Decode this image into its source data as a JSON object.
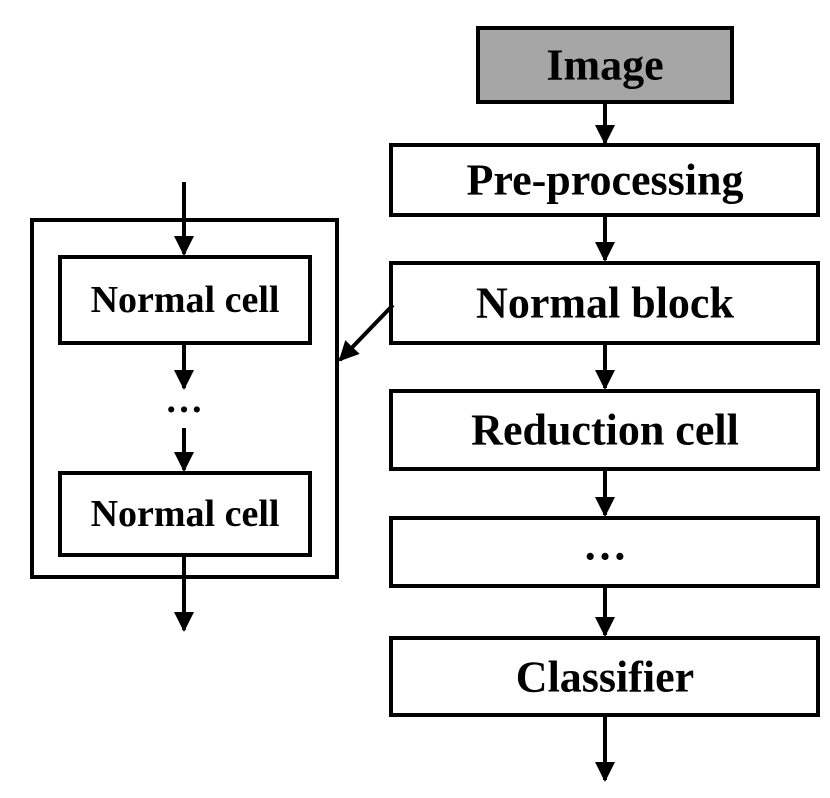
{
  "main_flow": {
    "image": "Image",
    "preprocessing": "Pre-processing",
    "normal_block": "Normal block",
    "reduction_cell": "Reduction cell",
    "ellipsis": "…",
    "classifier": "Classifier"
  },
  "detail_block": {
    "top_cell": "Normal cell",
    "ellipsis": "…",
    "bottom_cell": "Normal cell"
  },
  "colors": {
    "image_fill": "#a6a6a6",
    "box_fill": "#ffffff",
    "stroke": "#000000"
  }
}
